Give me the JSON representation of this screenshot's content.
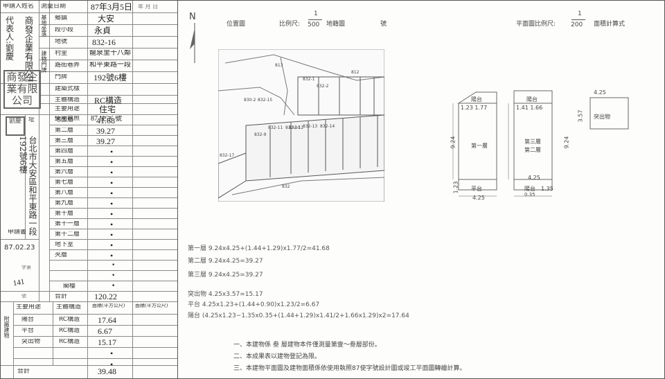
{
  "header": {
    "applicant_label": "申請人姓名",
    "survey_date_label": "測量日期",
    "survey_date": "87年3月5日",
    "year_month_day": "年 月 日",
    "company_name": "商發企業有限公司",
    "representative": "代表人:劉慶",
    "base_site_label": "基地坐落",
    "township_label": "鄉鎮",
    "township_value": "大安",
    "section_label": "段小段",
    "section_value": "永貞",
    "lot_label": "地號",
    "lot_value": "832-16",
    "building_addr_label": "建物門牌",
    "village_label": "村里",
    "village_value": "龍泉里十八鄰",
    "road_label": "路街巷弄",
    "road_value": "和平東路一段",
    "door_no_label": "門牌",
    "door_no_value": "192號6樓"
  },
  "main_table": {
    "building_type_label": "建築式樣",
    "building_type_value": "",
    "main_structure_label": "主體構造",
    "main_structure_value": "RC構造",
    "main_use_label": "主要用途",
    "main_use_value": "住宅",
    "license_label": "使用執照",
    "license_value": "87 使字 號",
    "floors": [
      {
        "label": "地面層",
        "value": "41.68"
      },
      {
        "label": "第二層",
        "value": "39.27"
      },
      {
        "label": "第三層",
        "value": "39.27"
      },
      {
        "label": "第四層",
        "value": "•"
      },
      {
        "label": "第五層",
        "value": "•"
      },
      {
        "label": "第六層",
        "value": "•"
      },
      {
        "label": "第七層",
        "value": "•"
      },
      {
        "label": "第八層",
        "value": "•"
      },
      {
        "label": "第九層",
        "value": "•"
      },
      {
        "label": "第十層",
        "value": "•"
      },
      {
        "label": "第十一層",
        "value": "•"
      },
      {
        "label": "第十二層",
        "value": "•"
      },
      {
        "label": "地下室",
        "value": "•"
      },
      {
        "label": "夾層",
        "value": "•"
      }
    ],
    "extra_rows": [
      "•",
      "•",
      "•"
    ],
    "attic_label": "閣樓",
    "attic_value": "•",
    "total_label": "合計",
    "total_value": "120.22",
    "applicant_side_label": "申請書",
    "application_date": "87.02.23",
    "application_no_label": "字第",
    "application_no": "141",
    "number_label": "號",
    "address_vertical": "台北市大安區和平東路一段192號6樓",
    "address_label": "址"
  },
  "accessory": {
    "header_use": "主要用途",
    "header_structure": "主體構造",
    "header_area": "面積(平方公尺)",
    "header_area2": "面積(平方公尺)",
    "rows": [
      {
        "use": "陽台",
        "structure": "RC構造",
        "area": "17.64"
      },
      {
        "use": "平台",
        "structure": "RC構造",
        "area": "6.67"
      },
      {
        "use": "突出物",
        "structure": "RC構造",
        "area": "15.17"
      },
      {
        "use": "",
        "structure": "",
        "area": "•"
      },
      {
        "use": "",
        "structure": "",
        "area": "•"
      }
    ],
    "side_label": "附屬建物",
    "total_label": "合計",
    "total_value": "39.48"
  },
  "plan": {
    "north": "N",
    "location_title": "位置圖",
    "scale_label": "比例尺:",
    "scale_num": "1",
    "scale_den": "500",
    "map_label": "地籍圖",
    "no_label": "號",
    "plan_scale_label": "平面圖比例尺:",
    "plan_scale_num": "1",
    "plan_scale_den": "200",
    "area_calc_label": "面積計算式",
    "lots": [
      "813",
      "812",
      "832-1",
      "832-2",
      "830-2",
      "832-15",
      "832-14",
      "832-13",
      "832-12",
      "832-11",
      "832-10",
      "832-9",
      "832-17",
      "832"
    ],
    "floor1_label": "第一層",
    "floor23_label": "第三層\n第二層",
    "protrusion_label": "突出物",
    "balcony_label": "陽台",
    "platform_label": "平台",
    "dims": {
      "w1": "4.25",
      "h1": "9.24",
      "p1": "1.23",
      "d1": "1.23 1.77",
      "d2": "1.41 1.66",
      "w2": "4.25",
      "h2": "9.24",
      "pw": "4.25",
      "ph": "3.57",
      "b2": "1.35",
      "b3": "0.35"
    }
  },
  "calculations": [
    "第一層 9.24x4.25+(1.44+1.29)x1.77/2=41.68",
    "第二層 9.24x4.25=39.27",
    "第三層 9.24x4.25=39.27",
    "突出物 4.25x3.57=15.17",
    "平台 4.25x1.23+(1.44+0.90)x1.23/2=6.67",
    "陽台 (4.25x1.23−1.35x0.35+(1.44+1.29)x1.41/2+1.66x1.29)x2=17.64"
  ],
  "notes": [
    "一、本建物係 叁 層建物本件僅測量第壹～叁層部份。",
    "二、本成果表以建物登記為限。",
    "三、本建物平面圖及建物面積係依使用執照87使字號設計圖或竣工平面圖轉繪計算。"
  ]
}
